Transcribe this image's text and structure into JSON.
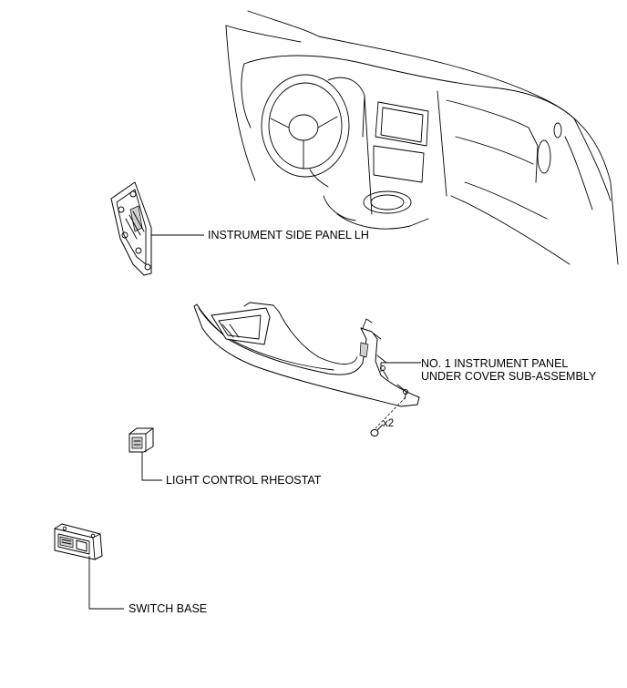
{
  "labels": {
    "instrument_side_panel": "INSTRUMENT SIDE PANEL LH",
    "under_cover_line1": "NO. 1 INSTRUMENT PANEL",
    "under_cover_line2": "UNDER COVER SUB-ASSEMBLY",
    "screw_qty": "x2",
    "light_control_rheostat": "LIGHT CONTROL RHEOSTAT",
    "switch_base": "SWITCH BASE"
  }
}
